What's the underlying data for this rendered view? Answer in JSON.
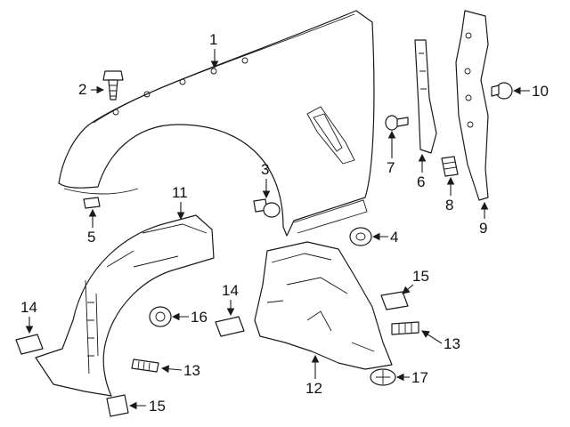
{
  "callouts": [
    {
      "id": "1",
      "text": "1"
    },
    {
      "id": "2",
      "text": "2"
    },
    {
      "id": "3",
      "text": "3"
    },
    {
      "id": "4",
      "text": "4"
    },
    {
      "id": "5",
      "text": "5"
    },
    {
      "id": "6",
      "text": "6"
    },
    {
      "id": "7",
      "text": "7"
    },
    {
      "id": "8",
      "text": "8"
    },
    {
      "id": "9",
      "text": "9"
    },
    {
      "id": "10",
      "text": "10"
    },
    {
      "id": "11",
      "text": "11"
    },
    {
      "id": "12",
      "text": "12"
    },
    {
      "id": "13a",
      "text": "13"
    },
    {
      "id": "13b",
      "text": "13"
    },
    {
      "id": "14a",
      "text": "14"
    },
    {
      "id": "14b",
      "text": "14"
    },
    {
      "id": "15a",
      "text": "15"
    },
    {
      "id": "15b",
      "text": "15"
    },
    {
      "id": "16",
      "text": "16"
    },
    {
      "id": "17",
      "text": "17"
    }
  ],
  "colors": {
    "line": "#1a1a1a",
    "background": "#ffffff"
  }
}
